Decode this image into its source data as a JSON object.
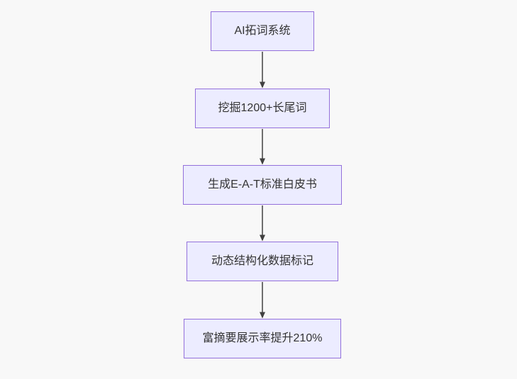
{
  "diagram": {
    "type": "flowchart",
    "direction": "top-down",
    "colors": {
      "background": "#f8f8f8",
      "node_fill": "#ECECFF",
      "node_border": "#9370DB",
      "edge": "#404040",
      "text": "#333333"
    },
    "nodes": [
      {
        "id": "n1",
        "label": "AI拓词系统"
      },
      {
        "id": "n2",
        "label": "挖掘1200+长尾词"
      },
      {
        "id": "n3",
        "label": "生成E-A-T标准白皮书"
      },
      {
        "id": "n4",
        "label": "动态结构化数据标记"
      },
      {
        "id": "n5",
        "label": "富摘要展示率提升210%"
      }
    ],
    "edges": [
      {
        "from": "n1",
        "to": "n2"
      },
      {
        "from": "n2",
        "to": "n3"
      },
      {
        "from": "n3",
        "to": "n4"
      },
      {
        "from": "n4",
        "to": "n5"
      }
    ]
  }
}
